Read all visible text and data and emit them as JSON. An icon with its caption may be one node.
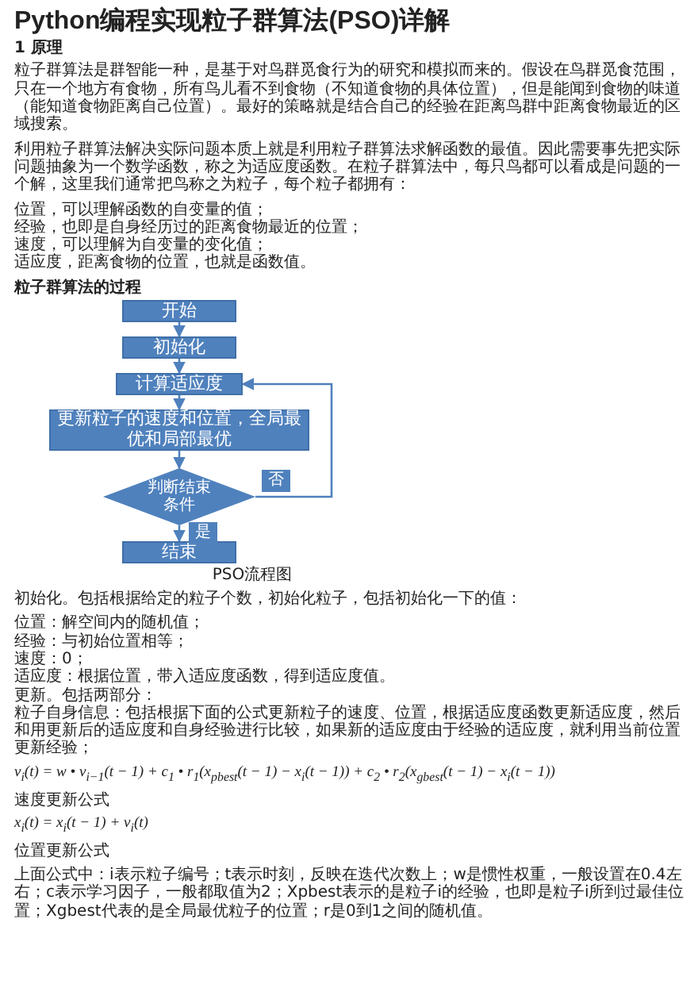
{
  "diagram": {
    "title": "Python编程实现粒子群算法(PSO)详解",
    "caption": "PSO流程图",
    "nodes": [
      {
        "text": [
          "开始"
        ]
      },
      {
        "text": [
          "初始化"
        ]
      },
      {
        "text": [
          "计算适应度"
        ]
      },
      {
        "text": [
          "更新粒子的速度和位置，全局最优和局部最优"
        ]
      },
      {
        "text": [
          "判断结束条件"
        ]
      },
      {
        "text": [
          "结束"
        ]
      }
    ],
    "edges": [
      {
        "from": 0,
        "to": 1,
        "arrow": "to"
      },
      {
        "from": 1,
        "to": 2,
        "arrow": "to"
      },
      {
        "from": 2,
        "to": 3,
        "arrow": "to"
      },
      {
        "from": 3,
        "to": 4,
        "arrow": "to"
      },
      {
        "from": 4,
        "to": 5,
        "arrow": "to",
        "label": "是"
      },
      {
        "from": 4,
        "to": 2,
        "arrow": "to",
        "label": "否"
      }
    ],
    "labels": [
      "1 原理",
      "粒子群算法是群智能一种，是基于对鸟群觅食行为的研究和模拟而来的。假设在鸟群觅食范围，只在一个地方有食物，所有鸟儿看不到食物（不知道食物的具体位置），但是能闻到食物的味道（能知道食物距离自己位置）。最好的策略就是结合自己的经验在距离鸟群中距离食物最近的区域搜索。",
      "利用粒子群算法解决实际问题本质上就是利用粒子群算法求解函数的最值。因此需要事先把实际问题抽象为一个数学函数，称之为适应度函数。在粒子群算法中，每只鸟都可以看成是问题的一个解，这里我们通常把鸟称之为粒子，每个粒子都拥有：",
      "位置，可以理解函数的自变量的值；",
      "经验，也即是自身经历过的距离食物最近的位置；",
      "速度，可以理解为自变量的变化值；",
      "适应度，距离食物的位置，也就是函数值。",
      "粒子群算法的过程",
      "初始化。包括根据给定的粒子个数，初始化粒子，包括初始化一下的值：",
      "位置：解空间内的随机值；",
      "经验：与初始位置相等；",
      "速度：0；",
      "适应度：根据位置，带入适应度函数，得到适应度值。",
      "更新。包括两部分：",
      "粒子自身信息：包括根据下面的公式更新粒子的速度、位置，根据适应度函数更新适应度，然后和用更新后的适应度和自身经验进行比较，如果新的适应度由于经验的适应度，就利用当前位置更新经验；",
      "v$_{i}$(t) = w • v$_{i−1}$(t − 1) + c$_{1}$ • r$_{1}$(x$_{pbest}$(t − 1) − x$_{i}$(t − 1)) + c$_{2}$ • r$_{2}$(x$_{gbest}$(t − 1) − x$_{i}$(t − 1))",
      "速度更新公式",
      "x$_{i}$(t) = x$_{i}$(t − 1) + v$_{i}$(t)",
      "位置更新公式",
      "上面公式中：i表示粒子编号；t表示时刻，反映在迭代次数上；w是惯性权重，一般设置在0.4左右；c表示学习因子，一般都取值为2；Xpbest表示的是粒子i的经验，也即是粒子i所到过最佳位置；Xgbest代表的是全局最优粒子的位置；r是0到1之间的随机值。"
    ]
  }
}
